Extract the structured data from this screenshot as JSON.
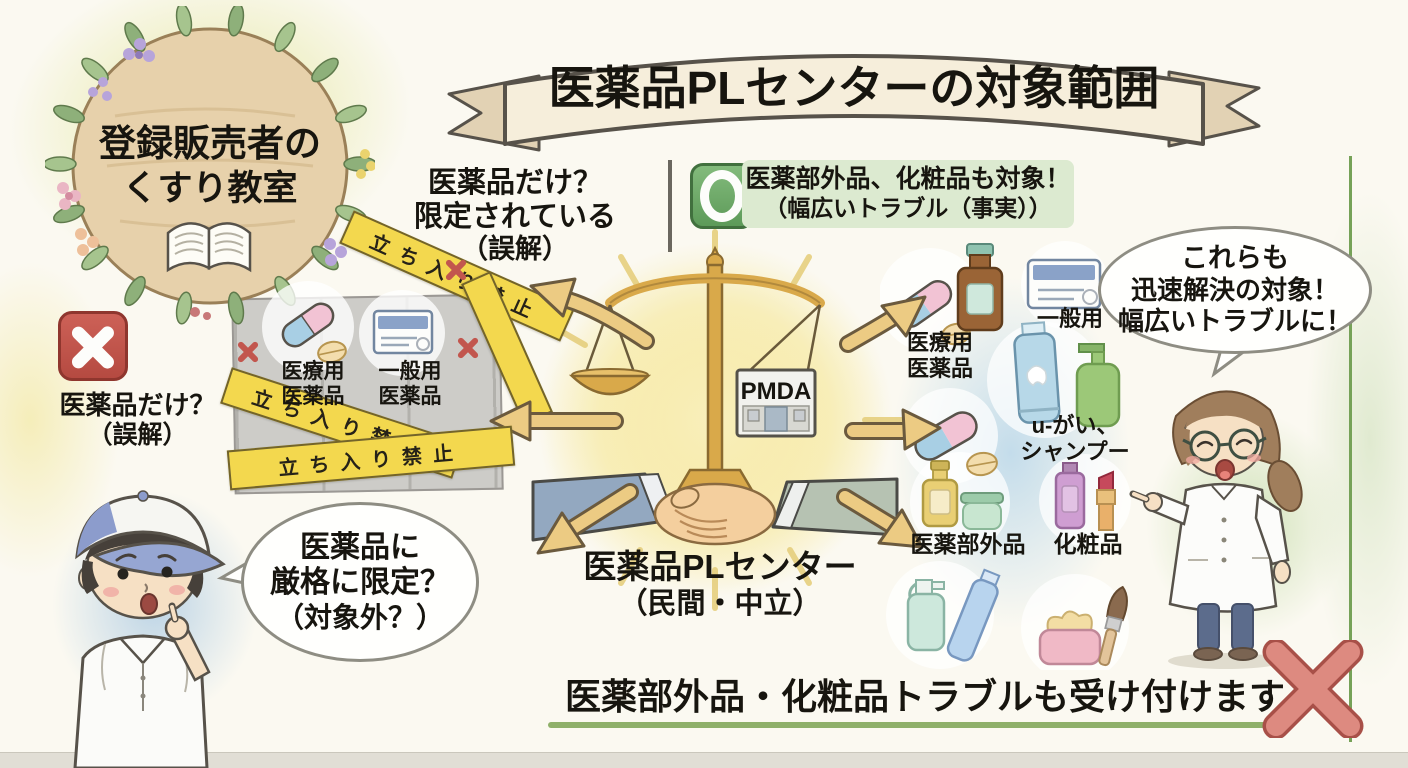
{
  "badge": {
    "title_line1": "登録販売者の",
    "title_line2": "くすり教室",
    "icon": "open-book-icon"
  },
  "banner": {
    "title": "医薬品PLセンターの対象範囲"
  },
  "top_note": {
    "line1": "医薬品だけ？",
    "line2": "限定されている",
    "line3": "（誤解）"
  },
  "left_note": {
    "line1": "医薬品だけ？",
    "line2": "（誤解）",
    "icon": "cross-mark-icon"
  },
  "fact_box": {
    "icon": "circle-ok-icon",
    "line1": "医薬部外品、化粧品も対象！",
    "line2": "（幅広いトラブル（事実））"
  },
  "right_bubble": {
    "line1": "これらも",
    "line2": "迅速解決の対象！",
    "line3": "幅広いトラブルに！"
  },
  "boy_bubble": {
    "line1": "医薬品に",
    "line2": "厳格に限定？",
    "line3": "（対象外？）"
  },
  "no_entry": {
    "tape": "立ち入り禁止",
    "rx_line1": "医療用",
    "rx_line2": "医薬品",
    "otc_line1": "一般用",
    "otc_line2": "医薬品"
  },
  "center": {
    "sign": "PMDA",
    "label_line1": "医薬品PLセンター",
    "label_line2": "（民間・中立）"
  },
  "products": {
    "rx_line1": "医療用",
    "rx_line2": "医薬品",
    "otc": "一般用",
    "daily_line1": "u-がい、",
    "daily_line2": "シャンプー",
    "quasi": "医薬部外品",
    "cosmetics": "化粧品"
  },
  "bottom": {
    "message": "医薬部外品・化粧品トラブルも受け付けます",
    "icon": "cross-mark-icon"
  },
  "colors": {
    "tape_yellow": "#f3d84e",
    "ok_green": "#6fae6b",
    "ng_red": "#c2564e",
    "arrow_tan": "#eccb83",
    "banner_cream": "#f6eedb",
    "fact_bg": "#dcead0",
    "underline_green": "#8fb06a"
  }
}
